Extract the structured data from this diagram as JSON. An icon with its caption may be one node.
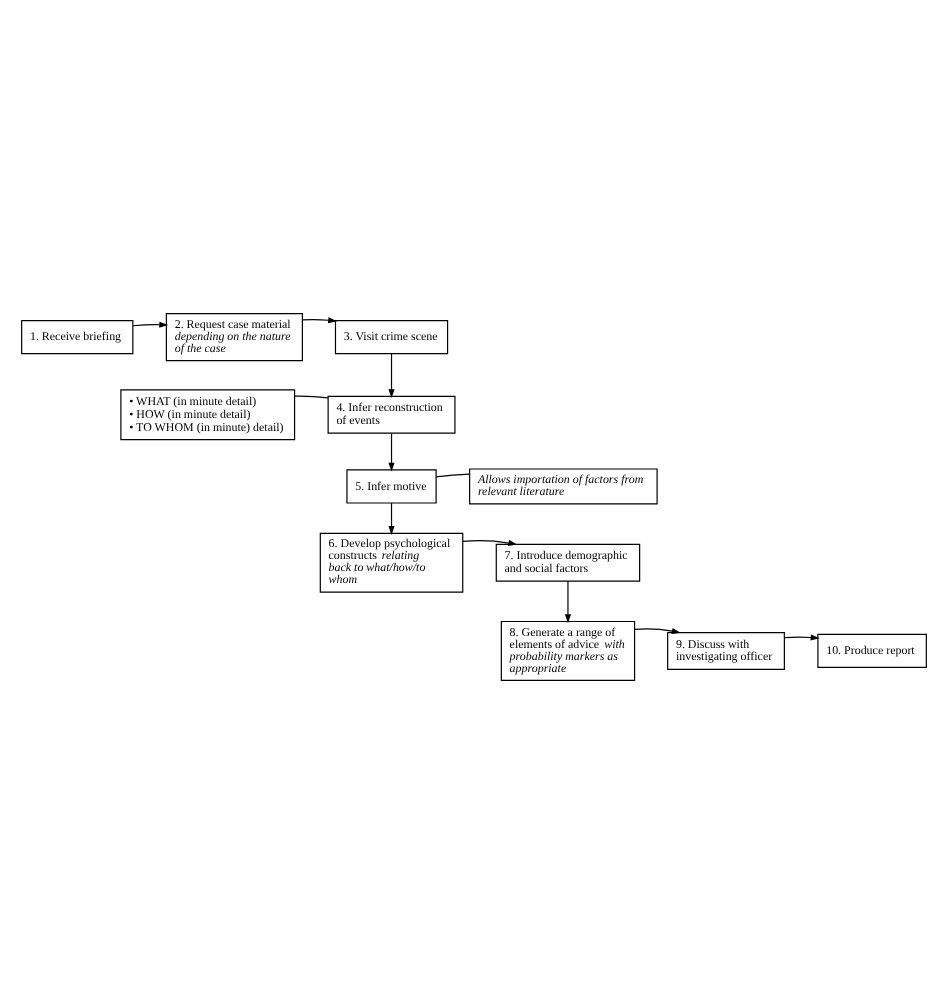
{
  "diagram": {
    "nodes": [
      {
        "text": [
          "1. Receive briefing"
        ]
      },
      {
        "text": [
          "2. Request case material *depending on the nature of the case*"
        ]
      },
      {
        "text": [
          "3. Visit crime scene"
        ]
      },
      {
        "text": [
          "• WHAT (in minute detail)",
          "• HOW (in minute detail)",
          "• TO WHOM (in minute) detail)"
        ]
      },
      {
        "text": [
          "4. Infer reconstruction of events"
        ]
      },
      {
        "text": [
          "5. Infer motive"
        ]
      },
      {
        "text": [
          "Allows importation of factors from relevant literature"
        ]
      },
      {
        "text": [
          "6. Develop psychological constructs *relating back to what/how/to whom*"
        ]
      },
      {
        "text": [
          "7. Introduce demographic and social factors"
        ]
      },
      {
        "text": [
          "8. Generate a range of elements of advice *with probability markers as appropriate*"
        ]
      },
      {
        "text": [
          "9. Discuss with investigating officer"
        ]
      },
      {
        "text": [
          "10. Produce report"
        ]
      }
    ],
    "edges": [
      {
        "from": 0,
        "to": 1,
        "arrow": "to"
      },
      {
        "from": 1,
        "to": 2,
        "arrow": "to"
      },
      {
        "from": 2,
        "to": 4,
        "arrow": "to"
      },
      {
        "from": 4,
        "to": 3,
        "arrow": "none"
      },
      {
        "from": 4,
        "to": 5,
        "arrow": "to"
      },
      {
        "from": 5,
        "to": 6,
        "arrow": "none"
      },
      {
        "from": 5,
        "to": 7,
        "arrow": "to"
      },
      {
        "from": 7,
        "to": 8,
        "arrow": "to"
      },
      {
        "from": 8,
        "to": 9,
        "arrow": "to"
      },
      {
        "from": 9,
        "to": 10,
        "arrow": "to"
      },
      {
        "from": 10,
        "to": 11,
        "arrow": "to"
      }
    ]
  }
}
